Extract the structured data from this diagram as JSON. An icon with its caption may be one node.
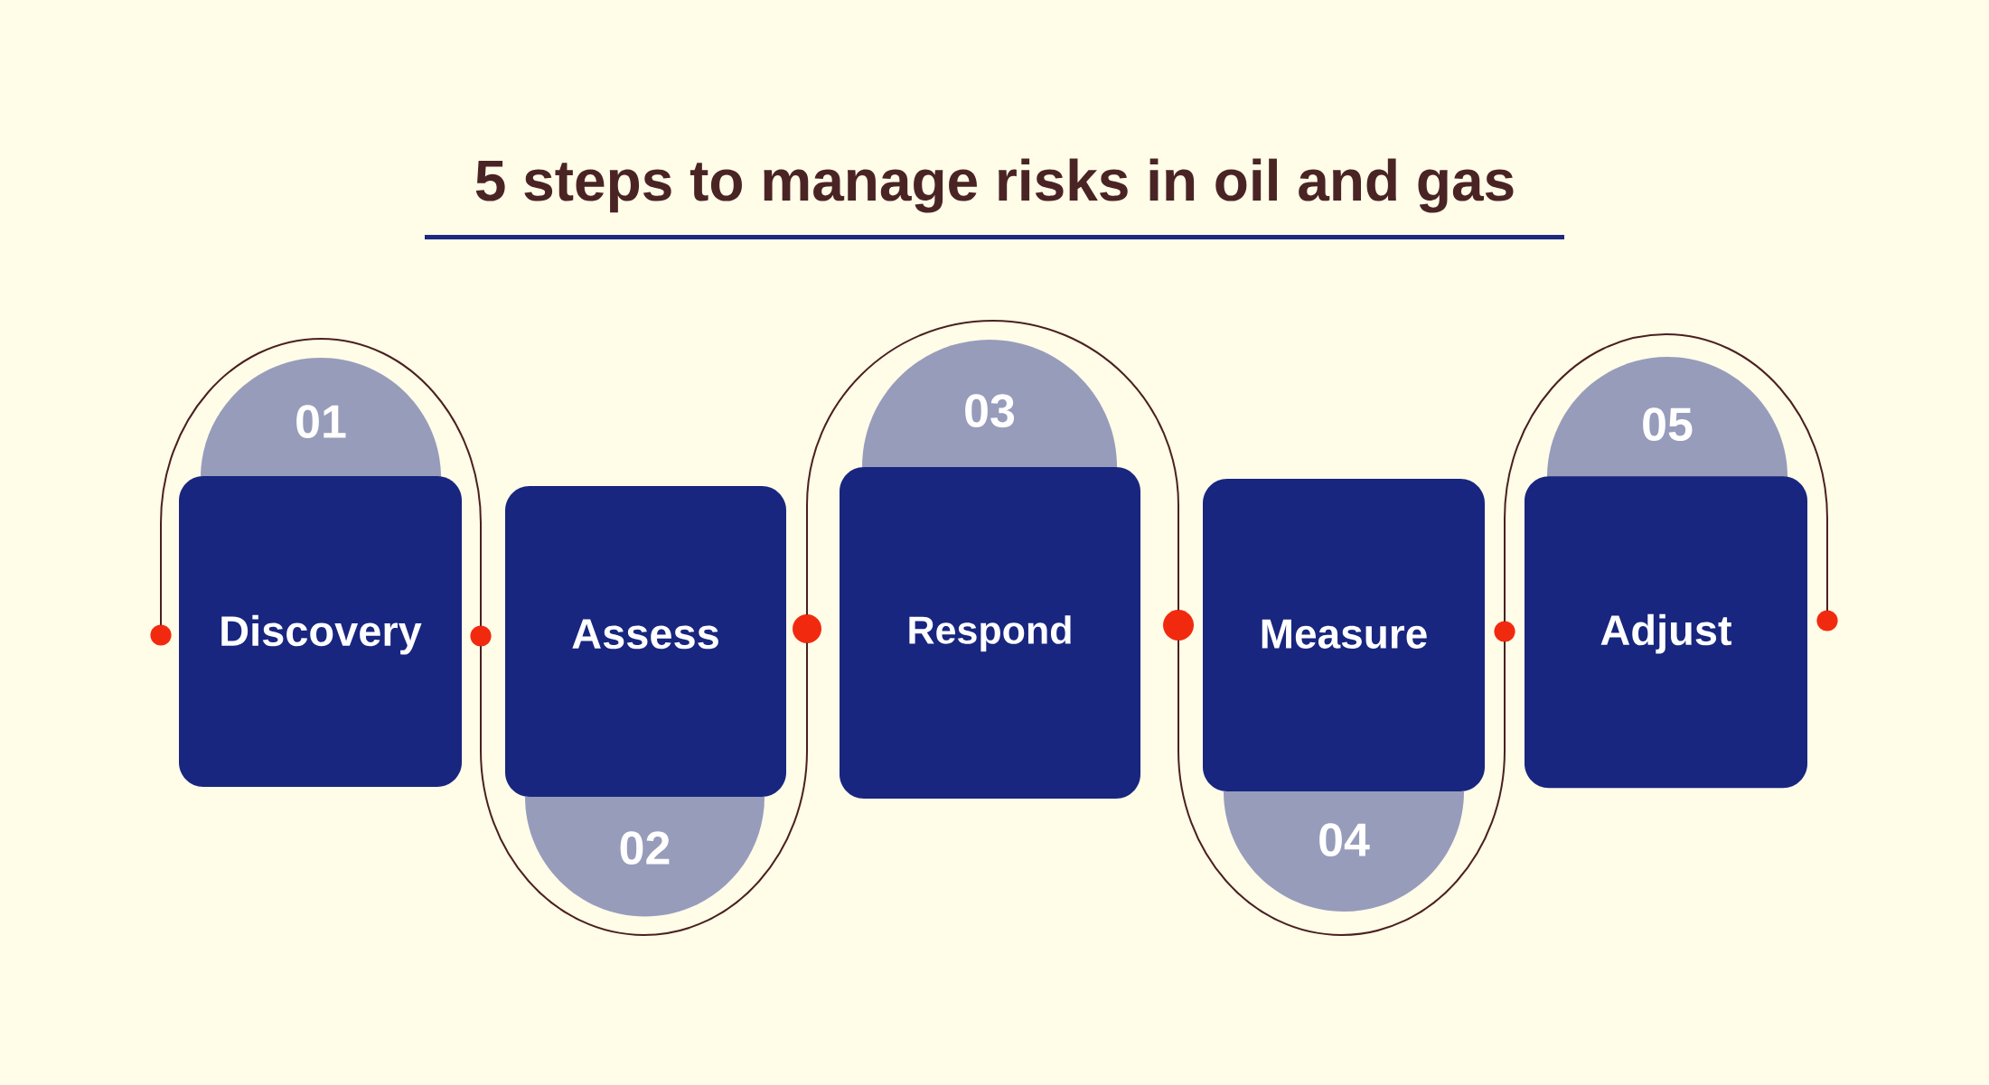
{
  "diagram": {
    "title": "5 steps to manage risks in oil and gas",
    "nodes": [
      {
        "text": [],
        "shape": "circle"
      },
      {
        "text": [
          "01"
        ]
      },
      {
        "text": [
          "Discovery"
        ]
      },
      {
        "text": [],
        "shape": "circle"
      },
      {
        "text": [
          "Assess"
        ]
      },
      {
        "text": [
          "02"
        ]
      },
      {
        "text": [],
        "shape": "circle"
      },
      {
        "text": [
          "03"
        ]
      },
      {
        "text": [
          "Respond"
        ]
      },
      {
        "text": [],
        "shape": "circle"
      },
      {
        "text": [
          "Measure"
        ]
      },
      {
        "text": [
          "04"
        ]
      },
      {
        "text": [],
        "shape": "circle"
      },
      {
        "text": [
          "05"
        ]
      },
      {
        "text": [
          "Adjust"
        ]
      },
      {
        "text": [],
        "shape": "circle"
      }
    ],
    "edges": [
      {
        "from": 0,
        "to": 3,
        "arrow": "none"
      },
      {
        "from": 3,
        "to": 6,
        "arrow": "none"
      },
      {
        "from": 6,
        "to": 9,
        "arrow": "none"
      },
      {
        "from": 9,
        "to": 12,
        "arrow": "none"
      },
      {
        "from": 12,
        "to": 15,
        "arrow": "none"
      }
    ]
  }
}
